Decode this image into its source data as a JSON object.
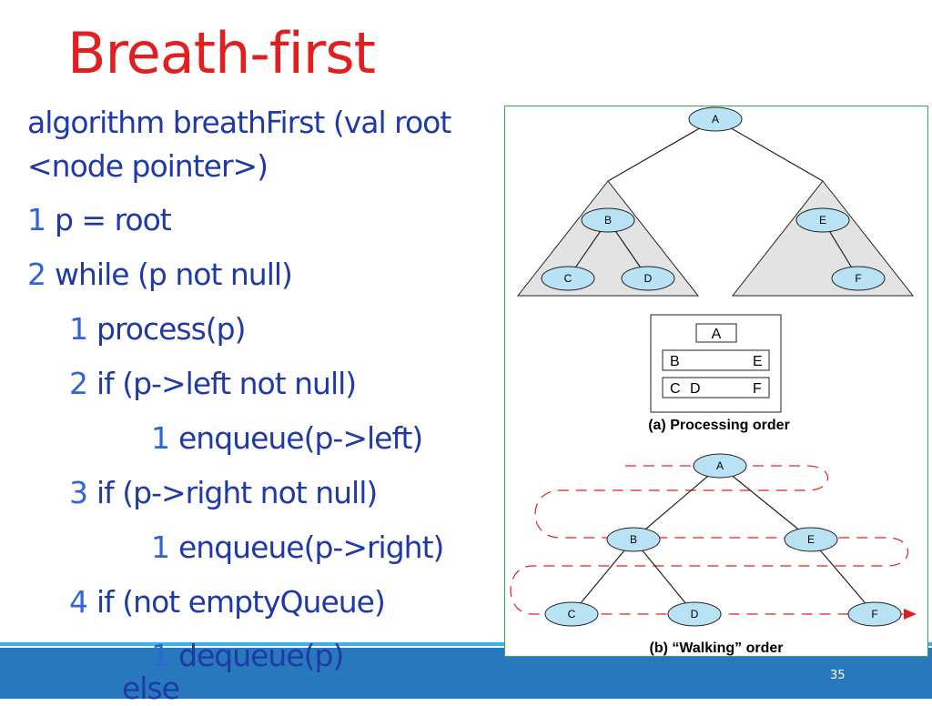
{
  "title": "Breath-first",
  "colors": {
    "title": "#e02020",
    "code_text": "#1f3aa6",
    "step_number": "#2f66d6",
    "footer_band": "#2878bd",
    "footer_line": "#35b5e8",
    "node_fill": "#b9e3f5",
    "walk_path": "#e02020",
    "subtree_fill": "#e3e3e3"
  },
  "code": {
    "header_1": "algorithm breathFirst (val root",
    "header_2": "<node pointer>)",
    "steps": [
      {
        "num": "1",
        "text": "p = root"
      },
      {
        "num": "2",
        "text": "while (p not null)"
      },
      {
        "num": "1",
        "text": "process(p)"
      },
      {
        "num": "2",
        "text": "if (p->left not null)"
      },
      {
        "num": "1",
        "text": "enqueue(p->left)"
      },
      {
        "num": "3",
        "text": "if (p->right not null)"
      },
      {
        "num": "1",
        "text": "enqueue(p->right)"
      },
      {
        "num": "4",
        "text": "if (not emptyQueue)"
      },
      {
        "num": "1",
        "text": "dequeue(p)"
      }
    ],
    "else_text": "else"
  },
  "figure": {
    "tree_a": {
      "root": "A",
      "left": "B",
      "right": "E",
      "left_left": "C",
      "left_right": "D",
      "right_right": "F"
    },
    "queue_levels": [
      "A",
      "B",
      "E",
      "C",
      "D",
      "F"
    ],
    "caption_a": "(a) Processing order",
    "tree_b": {
      "root": "A",
      "left": "B",
      "right": "E",
      "left_left": "C",
      "left_right": "D",
      "right_right": "F"
    },
    "caption_b": "(b) “Walking” order"
  },
  "page_number": "35"
}
